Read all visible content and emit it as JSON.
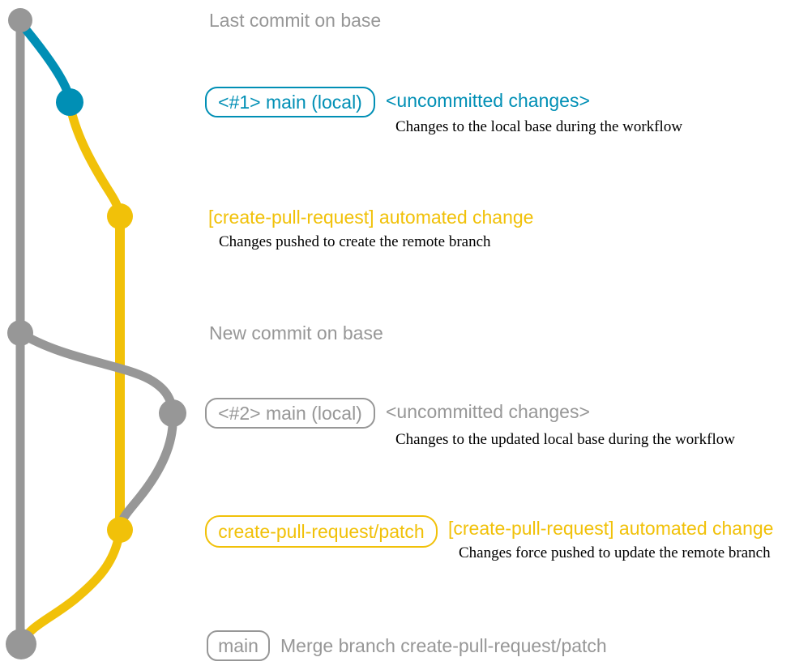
{
  "colors": {
    "base_branch": "#979797",
    "local_main_branch": "#008fb5",
    "patch_branch": "#f1c109",
    "description_text": "#000000"
  },
  "commits": [
    {
      "name": "last-commit-on-base",
      "message": "Last commit on base"
    },
    {
      "name": "main-local-1",
      "label": "<#1> main (local)",
      "status": "<uncommitted changes>",
      "description": "Changes to the local base during the workflow"
    },
    {
      "name": "automated-change-1",
      "message": "[create-pull-request] automated change",
      "description": "Changes pushed to create the remote branch"
    },
    {
      "name": "new-commit-on-base",
      "message": "New commit on base"
    },
    {
      "name": "main-local-2",
      "label": "<#2> main (local)",
      "status": "<uncommitted changes>",
      "description": "Changes to the updated local base during the workflow"
    },
    {
      "name": "automated-change-2",
      "label": "create-pull-request/patch",
      "message": "[create-pull-request] automated change",
      "description": "Changes force pushed to update the remote branch"
    },
    {
      "name": "merge-commit",
      "label": "main",
      "message": "Merge branch create-pull-request/patch"
    }
  ]
}
